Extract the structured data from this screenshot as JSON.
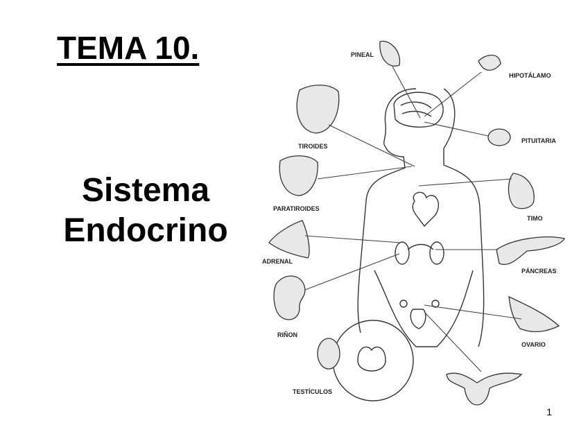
{
  "title": "TEMA 10.",
  "subtitle": [
    "Sistema",
    "Endocrino"
  ],
  "diagram": {
    "labels": {
      "pineal": "PINEAL",
      "hipotalamo": "HIPOTÁLAMO",
      "pituitaria": "PITUITARIA",
      "tiroides": "TIROIDES",
      "paratiroides": "PARATIROIDES",
      "timo": "TIMO",
      "adrenal": "ADRENAL",
      "pancreas": "PÁNCREAS",
      "rinon": "RIÑON",
      "ovario": "OVARIO",
      "testiculos": "TESTÍCULOS"
    }
  },
  "page_number": "1"
}
